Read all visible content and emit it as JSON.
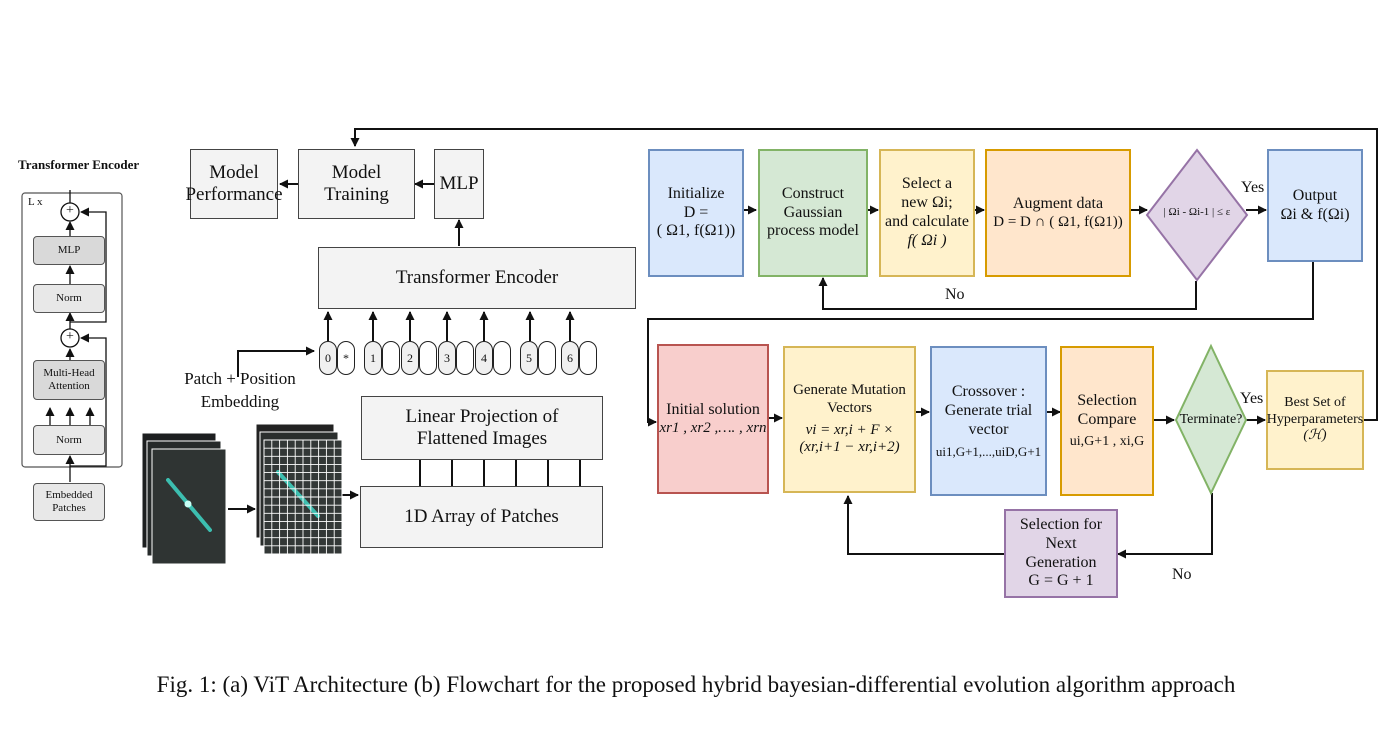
{
  "encoder_panel": {
    "title": "Transformer Encoder",
    "repeat": "L x",
    "mlp": "MLP",
    "norm_top": "Norm",
    "attention": "Multi-Head Attention",
    "norm_bottom": "Norm",
    "input": "Embedded Patches",
    "plus": "+"
  },
  "vit": {
    "model_performance": "Model Performance",
    "model_training": "Model Training",
    "mlp": "MLP",
    "transformer_encoder": "Transformer Encoder",
    "patch_position_embedding": "Patch + Position Embedding",
    "linear_projection": "Linear Projection of Flattened Images",
    "array_of_patches": "1D Array of Patches",
    "tokens": [
      "0",
      "*",
      "1",
      "2",
      "3",
      "4",
      "5",
      "6"
    ]
  },
  "bayes": {
    "initialize": [
      "Initialize",
      "D =",
      "( Ω1, f(Ω1))"
    ],
    "construct_gp": [
      "Construct",
      "Gaussian",
      "process model"
    ],
    "select_new": [
      "Select a",
      "new Ωi;",
      "and calculate",
      "f( Ωi )"
    ],
    "augment": [
      "Augment data",
      "D = D ∩ ( Ω1, f(Ω1))"
    ],
    "condition": "| Ωi - Ωi-1 | ≤ ε",
    "output": [
      "Output",
      "Ωi & f(Ωi)"
    ],
    "yes": "Yes",
    "no": "No"
  },
  "de": {
    "initial_solution": [
      "Initial solution",
      "xr1 , xr2 ,…. , xrn"
    ],
    "mutation": [
      "Generate Mutation",
      "Vectors",
      "vi = xr,i + F ×",
      "(xr,i+1 − xr,i+2)"
    ],
    "crossover": [
      "Crossover :",
      "Generate trial",
      "vector",
      "ui1,G+1,...,uiD,G+1"
    ],
    "selection": [
      "Selection",
      "Compare",
      "ui,G+1 , xi,G"
    ],
    "terminate": "Terminate?",
    "best_set": [
      "Best Set of",
      "Hyperparameters",
      "(ℋ)"
    ],
    "next_gen": [
      "Selection for Next",
      "Generation",
      "G = G + 1"
    ],
    "yes": "Yes",
    "no": "No"
  },
  "caption": "Fig. 1: (a) ViT Architecture (b) Flowchart for the proposed hybrid bayesian-differential evolution algorithm approach"
}
